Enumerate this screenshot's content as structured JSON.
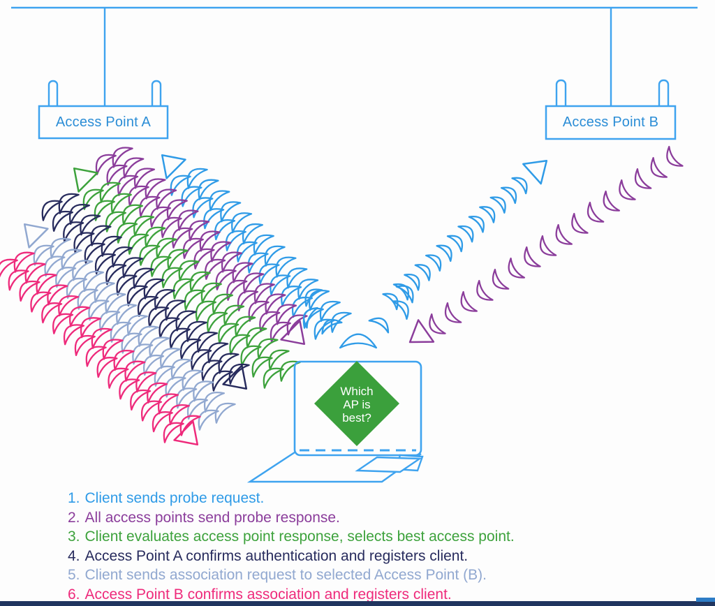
{
  "palette": {
    "blue": "#2f9be7",
    "device_blue": "#3ea3ef",
    "label_blue": "#2b8dd6",
    "purple": "#8b3d9b",
    "green": "#3da23c",
    "navy": "#272b5d",
    "slate": "#91a8d0",
    "pink": "#ee2a7b",
    "diamond_green": "#3ba03c",
    "footer_bar": "#20355f",
    "footer_accent": "#2d7cc6",
    "white": "#ffffff"
  },
  "access_points": {
    "a": {
      "label": "Access Point A"
    },
    "b": {
      "label": "Access Point B"
    }
  },
  "client": {
    "question": {
      "line1": "Which",
      "line2": "AP is",
      "line3": "best?"
    }
  },
  "steps": [
    {
      "num": "1.",
      "text": "Client sends probe request.",
      "color": "blue"
    },
    {
      "num": "2.",
      "text": "All access points send probe response.",
      "color": "purple"
    },
    {
      "num": "3.",
      "text": "Client evaluates access point response, selects best access point.",
      "color": "green"
    },
    {
      "num": "4.",
      "text": "Access Point A confirms authentication and registers client.",
      "color": "navy"
    },
    {
      "num": "5.",
      "text": "Client sends association request to selected Access Point (B).",
      "color": "slate"
    },
    {
      "num": "6.",
      "text": "Access Point B confirms association and registers client.",
      "color": "pink"
    }
  ],
  "waves": {
    "left_bundle": [
      {
        "name": "probe-request-left",
        "step": 1,
        "color": "blue",
        "direction": "client-to-ap-a"
      },
      {
        "name": "probe-response-left",
        "step": 2,
        "color": "purple",
        "direction": "ap-a-to-client"
      },
      {
        "name": "evaluate-left",
        "step": 3,
        "color": "green",
        "direction": "client-to-ap-a"
      },
      {
        "name": "auth-confirm-left",
        "step": 4,
        "color": "navy",
        "direction": "ap-a-to-client"
      },
      {
        "name": "assoc-request-left",
        "step": 5,
        "color": "slate",
        "direction": "client-to-ap-a"
      },
      {
        "name": "assoc-confirm-left",
        "step": 6,
        "color": "pink",
        "direction": "ap-a-to-client"
      }
    ],
    "right_bundle": [
      {
        "name": "probe-request-right",
        "step": 1,
        "color": "blue",
        "direction": "client-to-ap-b"
      },
      {
        "name": "probe-response-right",
        "step": 2,
        "color": "purple",
        "direction": "ap-b-to-client"
      }
    ],
    "client_broadcast": {
      "name": "client-broadcast-fan",
      "color": "blue"
    }
  }
}
